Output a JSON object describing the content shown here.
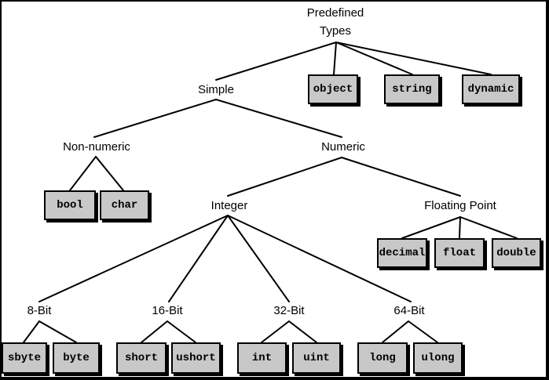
{
  "title_line1": "Predefined",
  "title_line2": "Types",
  "categories": {
    "simple": "Simple",
    "non_numeric": "Non-numeric",
    "numeric": "Numeric",
    "integer": "Integer",
    "floating_point": "Floating Point",
    "bit8": "8-Bit",
    "bit16": "16-Bit",
    "bit32": "32-Bit",
    "bit64": "64-Bit"
  },
  "types": {
    "object": "object",
    "string": "string",
    "dynamic": "dynamic",
    "bool": "bool",
    "char": "char",
    "decimal": "decimal",
    "float": "float",
    "double": "double",
    "sbyte": "sbyte",
    "byte": "byte",
    "short": "short",
    "ushort": "ushort",
    "int": "int",
    "uint": "uint",
    "long": "long",
    "ulong": "ulong"
  }
}
